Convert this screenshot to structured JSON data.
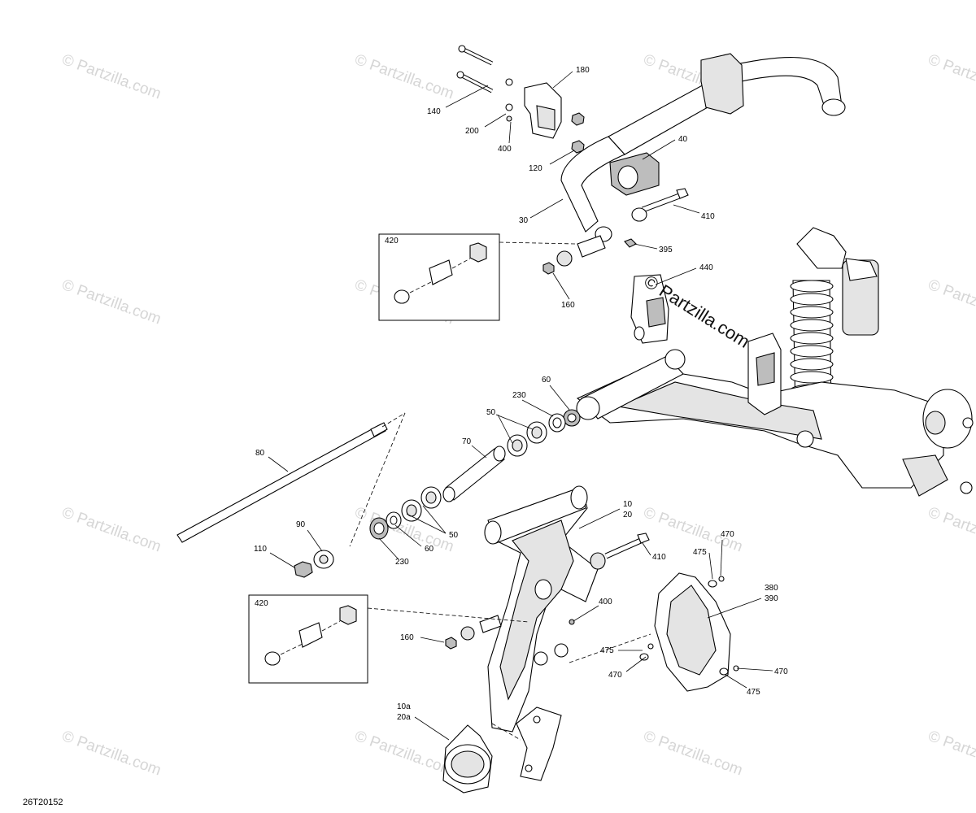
{
  "diagram_code": "26T20152",
  "watermarks": {
    "small": "© Partzilla.com",
    "large": "© Partzilla.com"
  },
  "callouts": {
    "c180": "180",
    "c140": "140",
    "c200": "200",
    "c400_top": "400",
    "c120": "120",
    "c40": "40",
    "c410_top": "410",
    "c30": "30",
    "c395": "395",
    "c420_top": "420",
    "c160_top": "160",
    "c440": "440",
    "c60_top": "60",
    "c230_top": "230",
    "c50_top": "50",
    "c70": "70",
    "c80": "80",
    "c10": "10",
    "c20": "20",
    "c90": "90",
    "c110": "110",
    "c50_bot": "50",
    "c60_bot": "60",
    "c230_bot": "230",
    "c410_bot": "410",
    "c470_a": "470",
    "c475_a": "475",
    "c380": "380",
    "c390": "390",
    "c400_bot": "400",
    "c420_bot": "420",
    "c160_bot": "160",
    "c475_b": "475",
    "c470_b": "470",
    "c470_c": "470",
    "c475_c": "475",
    "c10a": "10a",
    "c20a": "20a"
  }
}
